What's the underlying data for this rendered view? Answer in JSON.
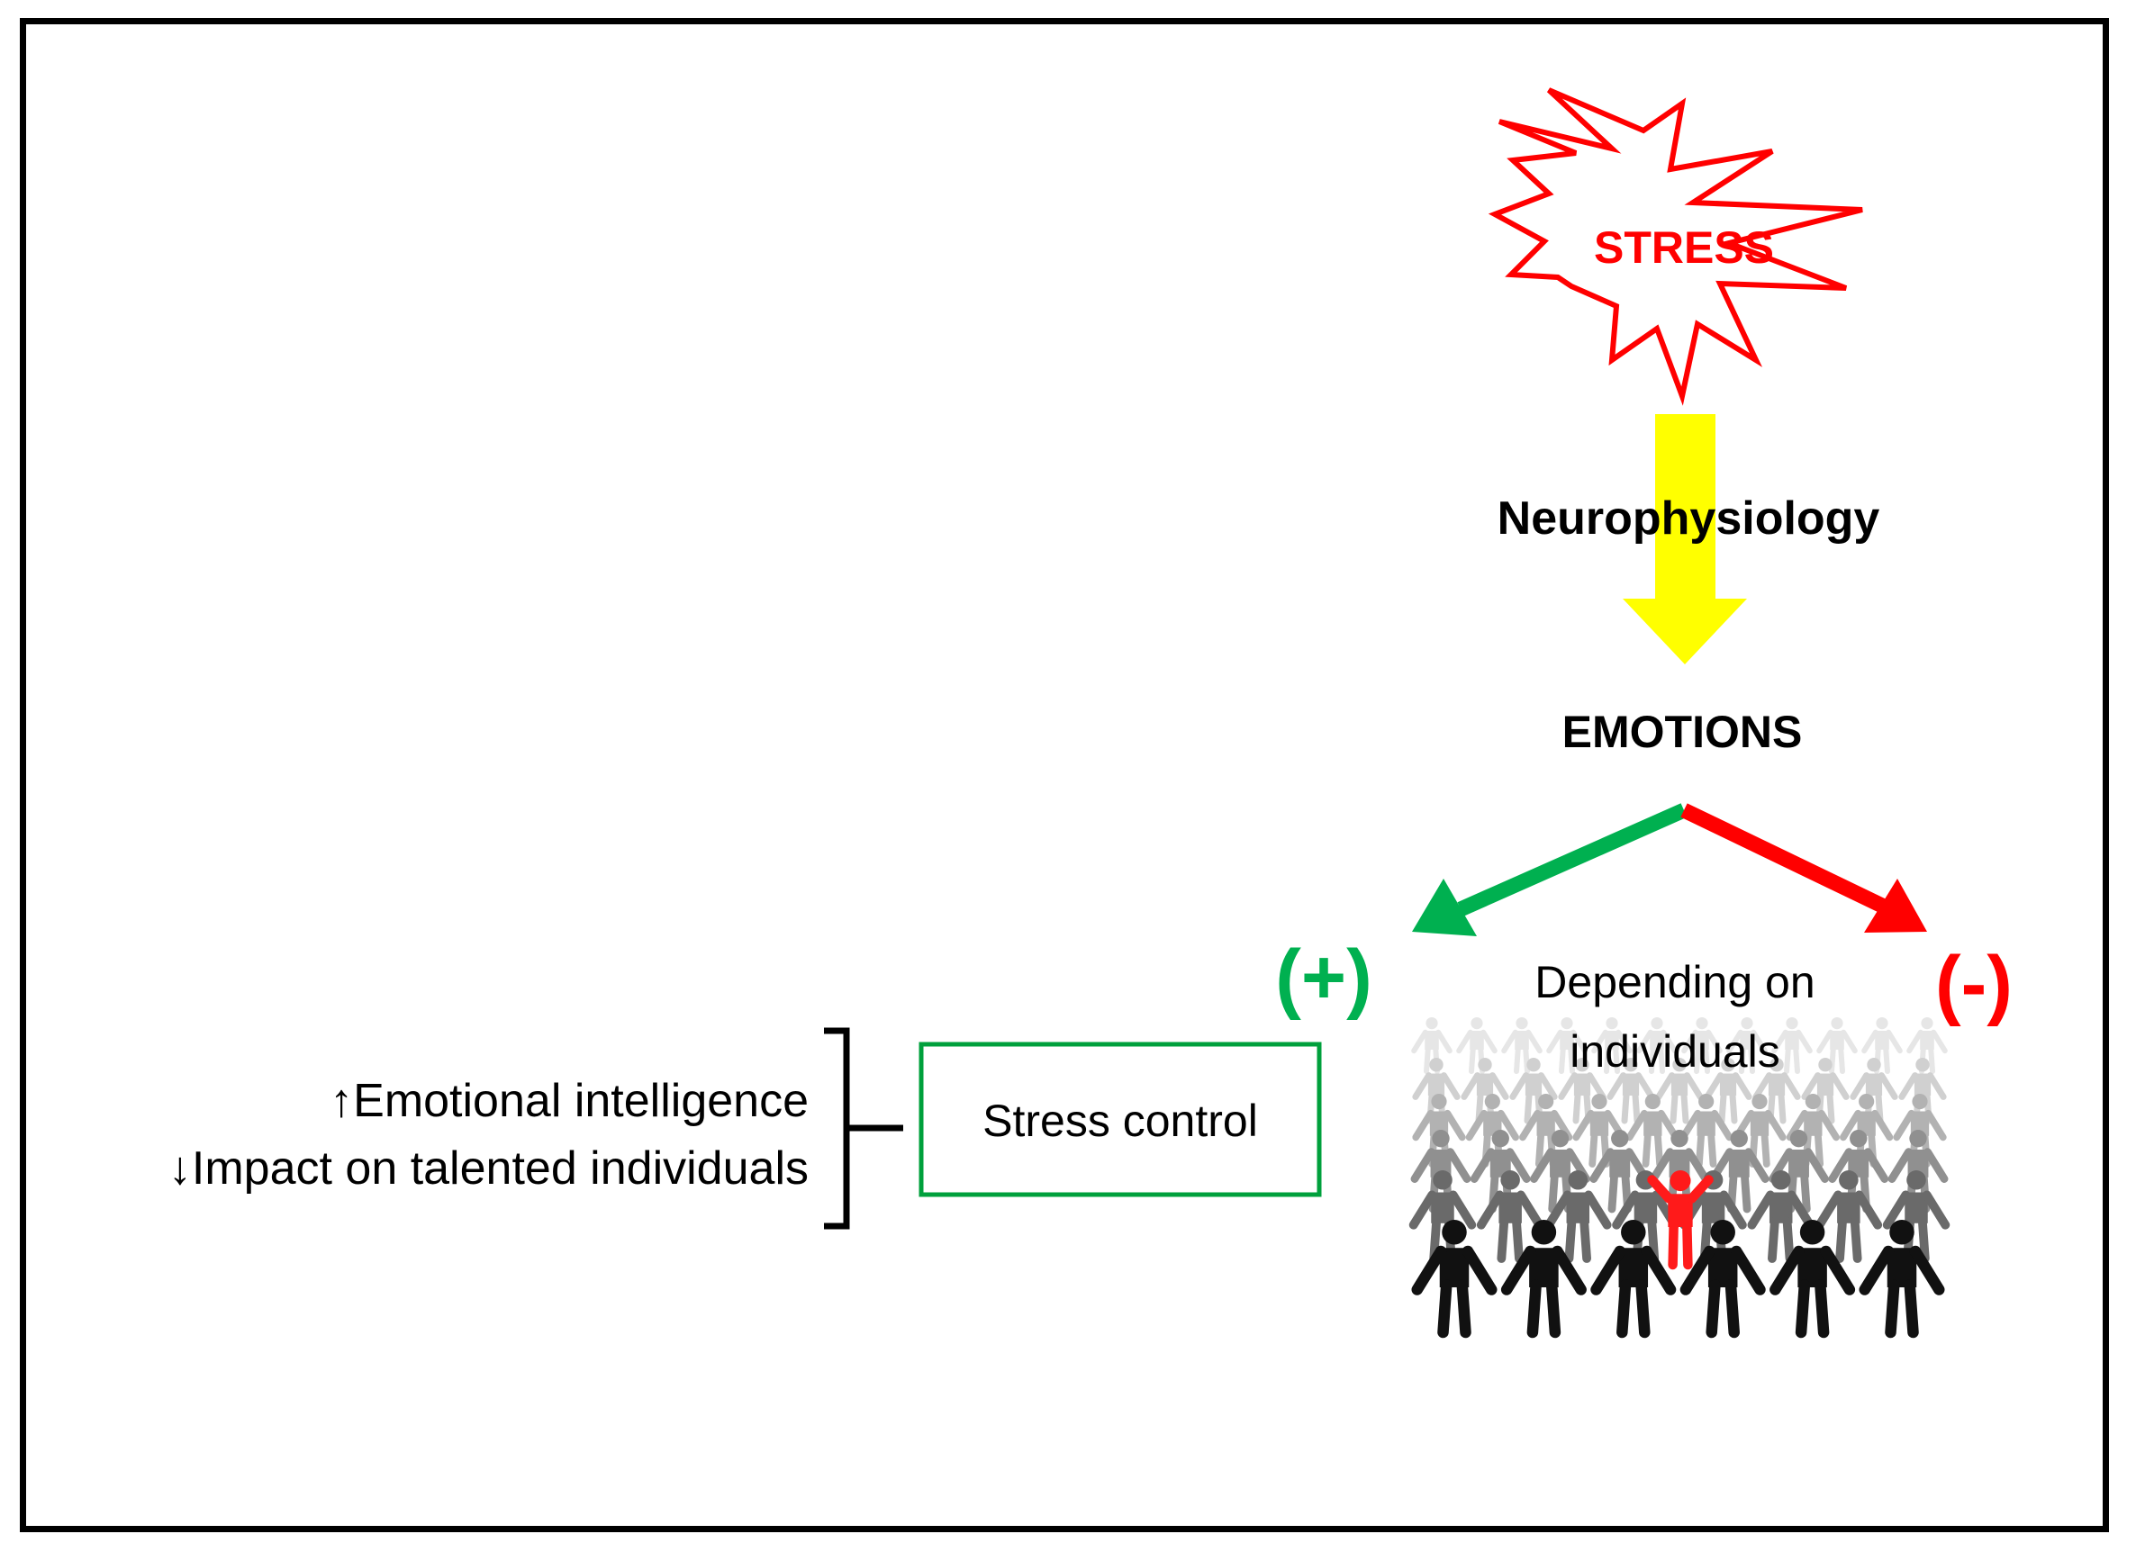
{
  "stress_label": "STRESS",
  "arrow_label": "Neurophysiology",
  "emotions_label": "EMOTIONS",
  "positive_sign": "(+)",
  "negative_sign": "(-)",
  "crowd_caption_line1": "Depending on",
  "crowd_caption_line2": "individuals",
  "stress_control_label": "Stress control",
  "effects": {
    "line1": "↑Emotional intelligence",
    "line2": "↓Impact on talented individuals"
  },
  "colors": {
    "stress": "#ff0000",
    "arrow_yellow": "#ffff00",
    "positive": "#00b050",
    "negative": "#ff0000",
    "box_border": "#00a03c"
  }
}
